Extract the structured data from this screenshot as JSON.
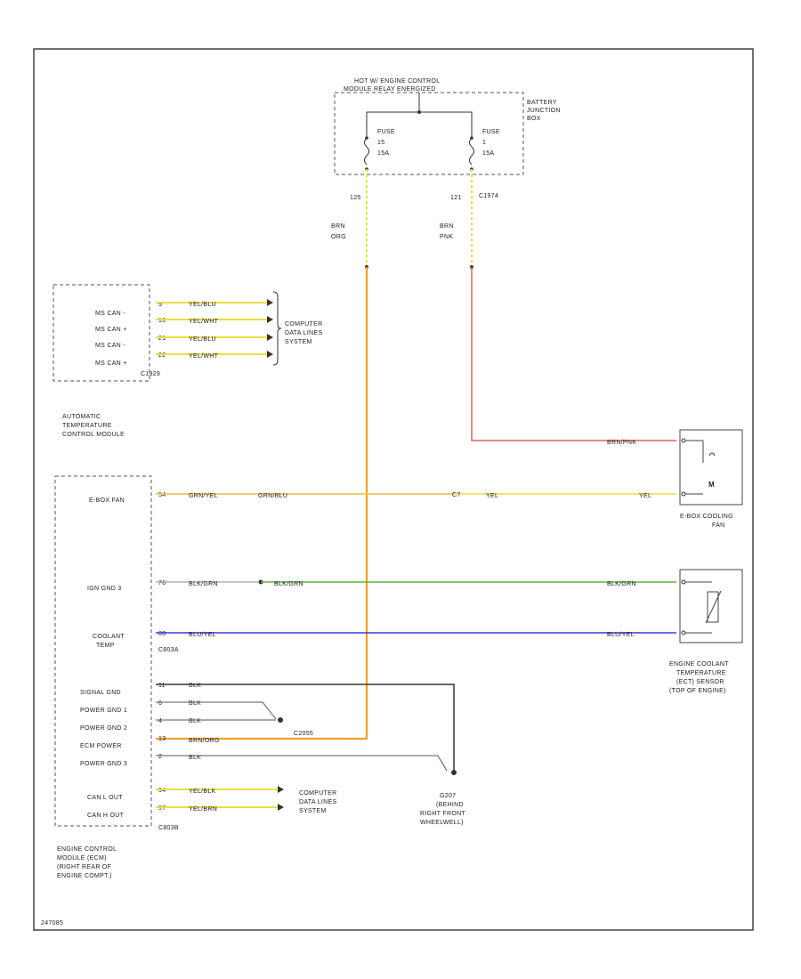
{
  "top_relay": {
    "title_line1": "HOT W/ ENGINE CONTROL",
    "title_line2": "MODULE RELAY ENERGIZED"
  },
  "battery_junction_box": {
    "line1": "BATTERY",
    "line2": "JUNCTION",
    "line3": "BOX"
  },
  "fuse_left": {
    "l1": "FUSE",
    "l2": "15",
    "l3": "15A"
  },
  "fuse_right": {
    "l1": "FUSE",
    "l2": "1",
    "l3": "15A"
  },
  "connector_left_pin": "125",
  "connector_right_pin": "121",
  "connector_right_name": "C1974",
  "wire_left_gauge": "BRN",
  "wire_left_color": "ORG",
  "wire_right_gauge": "BRN",
  "wire_right_color": "PNK",
  "atcm": {
    "pins": [
      {
        "label": "MS CAN -",
        "pin": "9",
        "wire": "YEL/BLU"
      },
      {
        "label": "MS CAN +",
        "pin": "10",
        "wire": "YEL/WHT"
      },
      {
        "label": "MS CAN -",
        "pin": "21",
        "wire": "YEL/BLU"
      },
      {
        "label": "MS CAN +",
        "pin": "22",
        "wire": "YEL/WHT"
      }
    ],
    "connector": "C1929",
    "name_line1": "AUTOMATIC",
    "name_line2": "TEMPERATURE",
    "name_line3": "CONTROL MODULE",
    "dest_line1": "COMPUTER",
    "dest_line2": "DATA LINES",
    "dest_line3": "SYSTEM"
  },
  "ecm": {
    "ebox_fan": {
      "label": "E-BOX FAN",
      "pin": "54",
      "wire1": "GRN/YEL",
      "wire2": "GRN/BLU"
    },
    "ign_gnd": {
      "label": "IGN GND 3",
      "pin": "76",
      "wire": "BLK/GRN"
    },
    "coolant": {
      "label1": "COOLANT",
      "label2": "TEMP",
      "pin": "88",
      "wire": "BLU/YEL",
      "connector": "C803A"
    },
    "lower_pins": [
      {
        "label": "SIGNAL GND",
        "pin": "11",
        "wire": "BLK"
      },
      {
        "label": "POWER GND 1",
        "pin": "6",
        "wire": "BLK"
      },
      {
        "label": "POWER GND 2",
        "pin": "4",
        "wire": "BLK"
      },
      {
        "label": "ECM POWER",
        "pin": "13",
        "wire": "BRN/ORG"
      },
      {
        "label": "POWER GND 3",
        "pin": "2",
        "wire": "BLK"
      }
    ],
    "can_pins": [
      {
        "label": "CAN L OUT",
        "pin": "94",
        "wire": "YEL/BLK"
      },
      {
        "label": "CAN H OUT",
        "pin": "97",
        "wire": "YEL/BRN"
      }
    ],
    "connector": "C803B",
    "splice": "C2055",
    "name_line1": "ENGINE CONTROL",
    "name_line2": "MODULE (ECM)",
    "name_line3": "(RIGHT REAR OF",
    "name_line4": "ENGINE COMPT.)",
    "dest_line1": "COMPUTER",
    "dest_line2": "DATA LINES",
    "dest_line3": "SYSTEM"
  },
  "fan_wires": {
    "pink_label": "BRN/PNK",
    "yel_label1": "YEL",
    "yel_label2": "YEL",
    "splice": "C7"
  },
  "fan": {
    "name_line1": "E-BOX COOLING",
    "name_line2": "FAN"
  },
  "ect_wires": {
    "green_label": "BLK/GRN",
    "blue_label": "BLU/YEL"
  },
  "ect": {
    "name_line1": "ENGINE COOLANT",
    "name_line2": "TEMPERATURE",
    "name_line3": "(ECT) SENSOR",
    "name_line4": "(TOP OF ENGINE)"
  },
  "ground": {
    "name_line1": "G207",
    "name_line2": "(BEHIND",
    "name_line3": "RIGHT FRONT",
    "name_line4": "WHEELWELL)"
  },
  "footer_code": "247085",
  "colors": {
    "orange": "#f0a030",
    "pink": "#e86050",
    "yellow": "#e8e040",
    "green": "#60b040",
    "blue": "#3a3ad0",
    "black": "#333333"
  }
}
